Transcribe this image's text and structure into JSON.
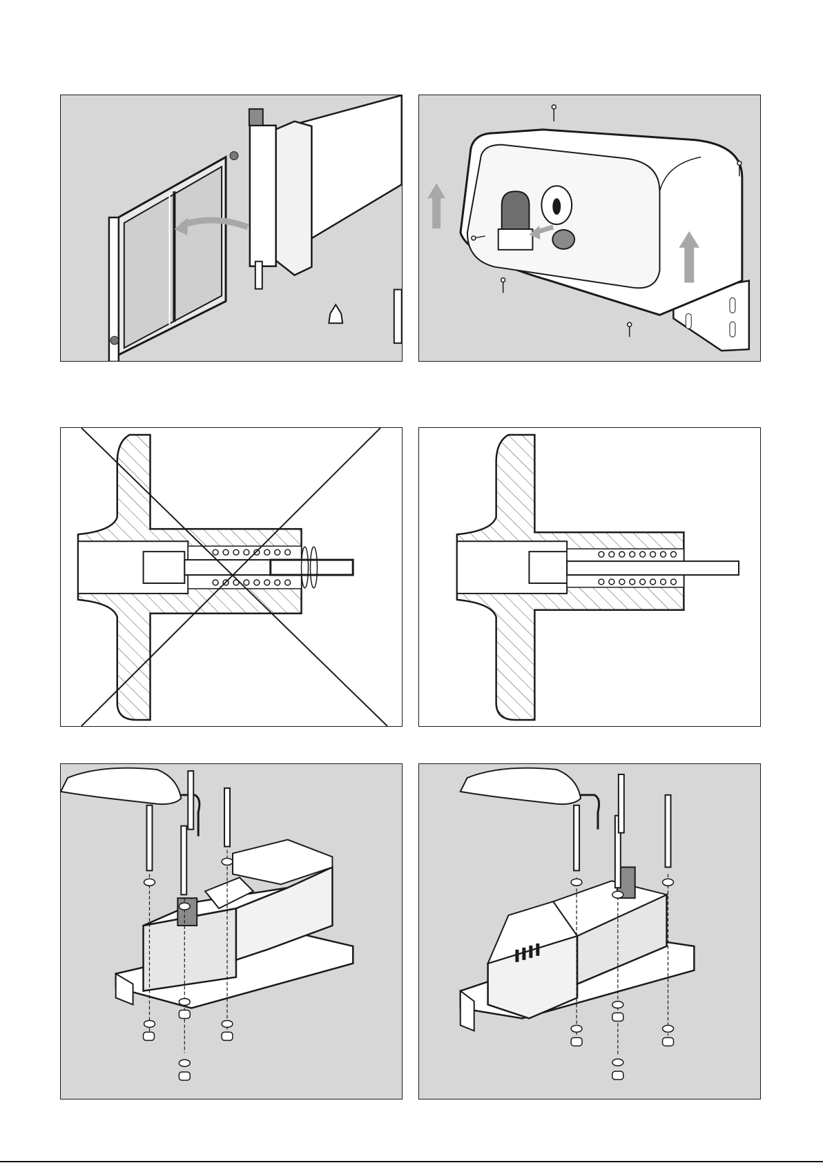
{
  "page": {
    "background": "#ffffff",
    "panel_gray": "#d7d7d7",
    "arrow_gray": "#a8a8a8",
    "line_color": "#1a1a1a"
  },
  "panels": [
    {
      "id": "gate-release",
      "style": "gray",
      "icons": [
        "gate-icon",
        "curved-arrow-icon",
        "gate-post-icon",
        "bracket-icon"
      ]
    },
    {
      "id": "cover-removal",
      "style": "gray",
      "icons": [
        "motor-cover-icon",
        "release-knob-icon",
        "key-lock-icon",
        "up-arrow-icon",
        "screw-icon"
      ]
    },
    {
      "id": "spring-incorrect",
      "style": "white",
      "icons": [
        "spring-section-icon",
        "cross-mark-icon"
      ]
    },
    {
      "id": "spring-correct",
      "style": "white",
      "icons": [
        "spring-section-icon"
      ]
    },
    {
      "id": "motor-mount-left",
      "style": "gray",
      "icons": [
        "hand-allen-key-icon",
        "motor-unit-icon",
        "bolt-icon",
        "nut-icon",
        "washer-icon"
      ]
    },
    {
      "id": "motor-mount-right",
      "style": "gray",
      "icons": [
        "hand-allen-key-icon",
        "motor-unit-icon",
        "bolt-icon",
        "nut-icon",
        "washer-icon"
      ]
    }
  ],
  "footer": {
    "code": ""
  }
}
